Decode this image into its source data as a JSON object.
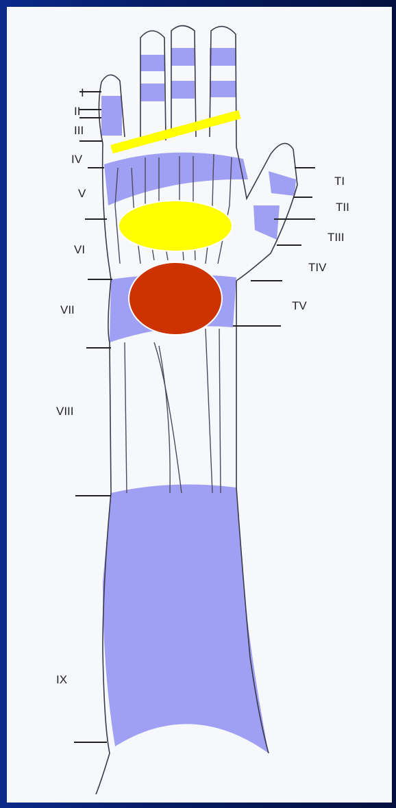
{
  "diagram": {
    "colors": {
      "background": "#f6f8fb",
      "zone_fill": "#8f8ff2",
      "yellow_marker": "#ffff00",
      "red_marker": "#cc3300",
      "frame": "#0b2a8a"
    },
    "zone_labels_left": [
      "I",
      "II",
      "III",
      "IV",
      "V",
      "VI",
      "VII",
      "VIII",
      "IX"
    ],
    "zone_labels_thumb": [
      "TI",
      "TII",
      "TIII",
      "TIV",
      "TV"
    ],
    "markers": [
      {
        "shape": "line",
        "color": "yellow"
      },
      {
        "shape": "ellipse",
        "color": "yellow"
      },
      {
        "shape": "ellipse",
        "color": "red"
      }
    ]
  }
}
